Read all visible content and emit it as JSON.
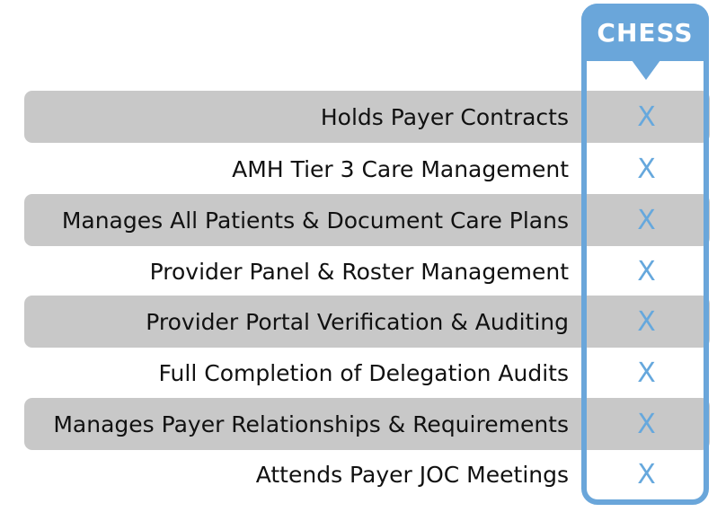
{
  "header": {
    "title": "CHESS",
    "accent_color": "#6aa6da"
  },
  "rows": [
    {
      "label": "Holds Payer Contracts",
      "mark": "X"
    },
    {
      "label": "AMH Tier 3 Care Management",
      "mark": "X"
    },
    {
      "label": "Manages All Patients & Document Care Plans",
      "mark": "X"
    },
    {
      "label": "Provider Panel & Roster Management",
      "mark": "X"
    },
    {
      "label": "Provider Portal Verification & Auditing",
      "mark": "X"
    },
    {
      "label": "Full Completion of Delegation Audits",
      "mark": "X"
    },
    {
      "label": "Manages Payer Relationships & Requirements",
      "mark": "X"
    },
    {
      "label": "Attends Payer JOC Meetings",
      "mark": "X"
    }
  ]
}
